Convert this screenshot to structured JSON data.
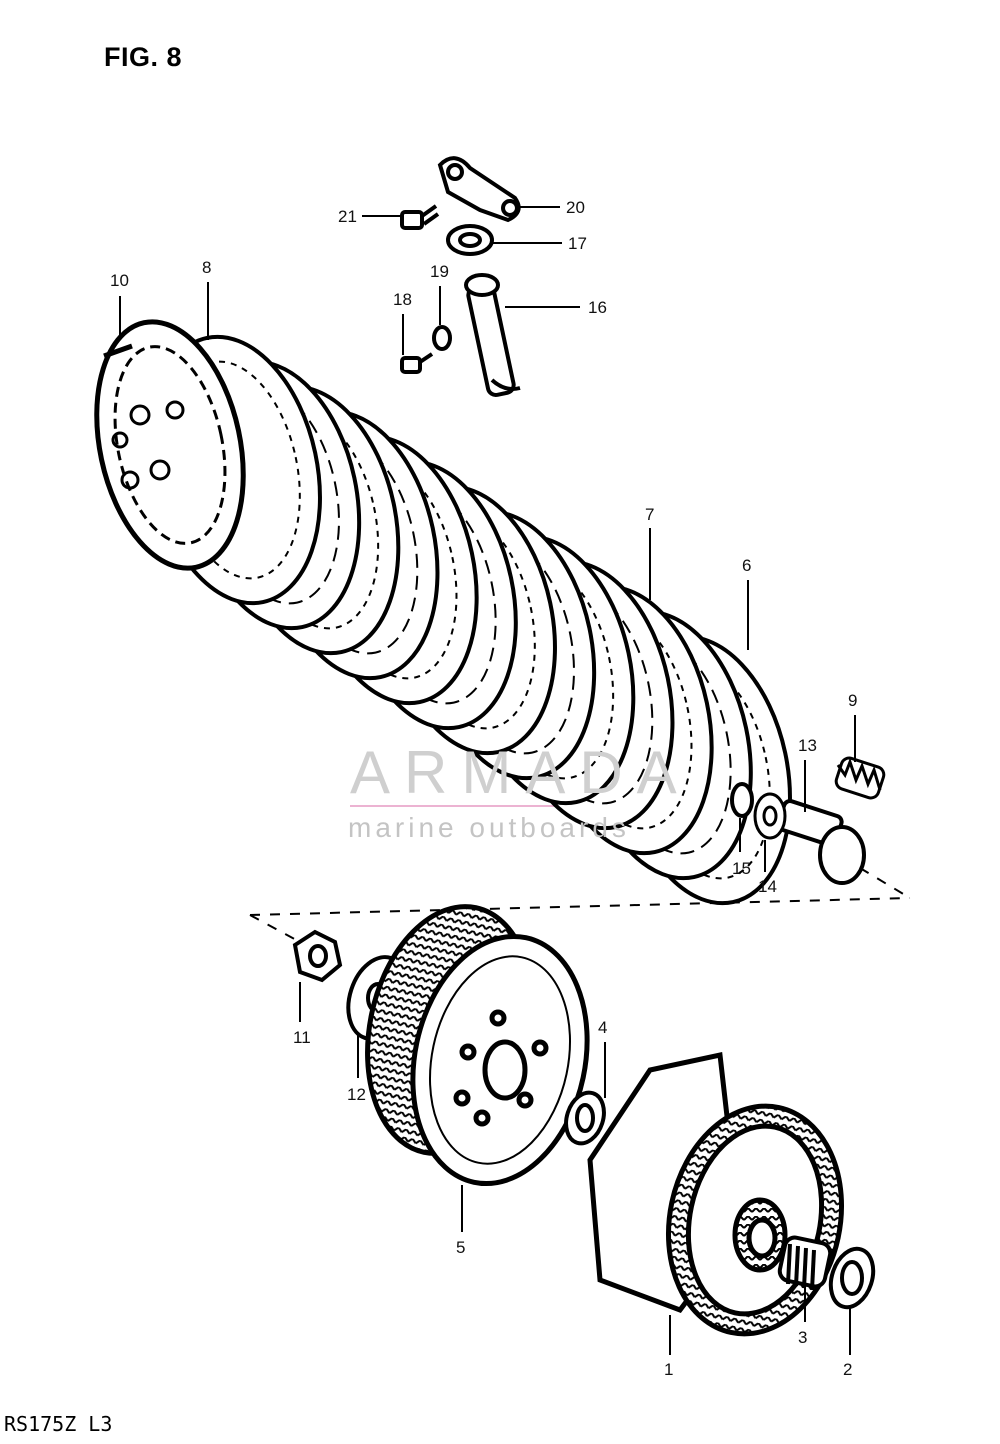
{
  "figure": {
    "title": "FIG. 8",
    "model_code": "RS175Z  L3"
  },
  "watermark": {
    "brand": "ARMADA",
    "tagline": "marine outboards",
    "accent_color": "#e69ac3"
  },
  "callouts": [
    {
      "id": "c1",
      "label": "1"
    },
    {
      "id": "c2",
      "label": "2"
    },
    {
      "id": "c3",
      "label": "3"
    },
    {
      "id": "c4",
      "label": "4"
    },
    {
      "id": "c5",
      "label": "5"
    },
    {
      "id": "c6",
      "label": "6"
    },
    {
      "id": "c7",
      "label": "7"
    },
    {
      "id": "c8",
      "label": "8"
    },
    {
      "id": "c9",
      "label": "9"
    },
    {
      "id": "c10",
      "label": "10"
    },
    {
      "id": "c11",
      "label": "11"
    },
    {
      "id": "c12",
      "label": "12"
    },
    {
      "id": "c13",
      "label": "13"
    },
    {
      "id": "c14",
      "label": "14"
    },
    {
      "id": "c15",
      "label": "15"
    },
    {
      "id": "c16",
      "label": "16"
    },
    {
      "id": "c17",
      "label": "17"
    },
    {
      "id": "c18",
      "label": "18"
    },
    {
      "id": "c19",
      "label": "19"
    },
    {
      "id": "c20",
      "label": "20"
    },
    {
      "id": "c21",
      "label": "21"
    }
  ]
}
